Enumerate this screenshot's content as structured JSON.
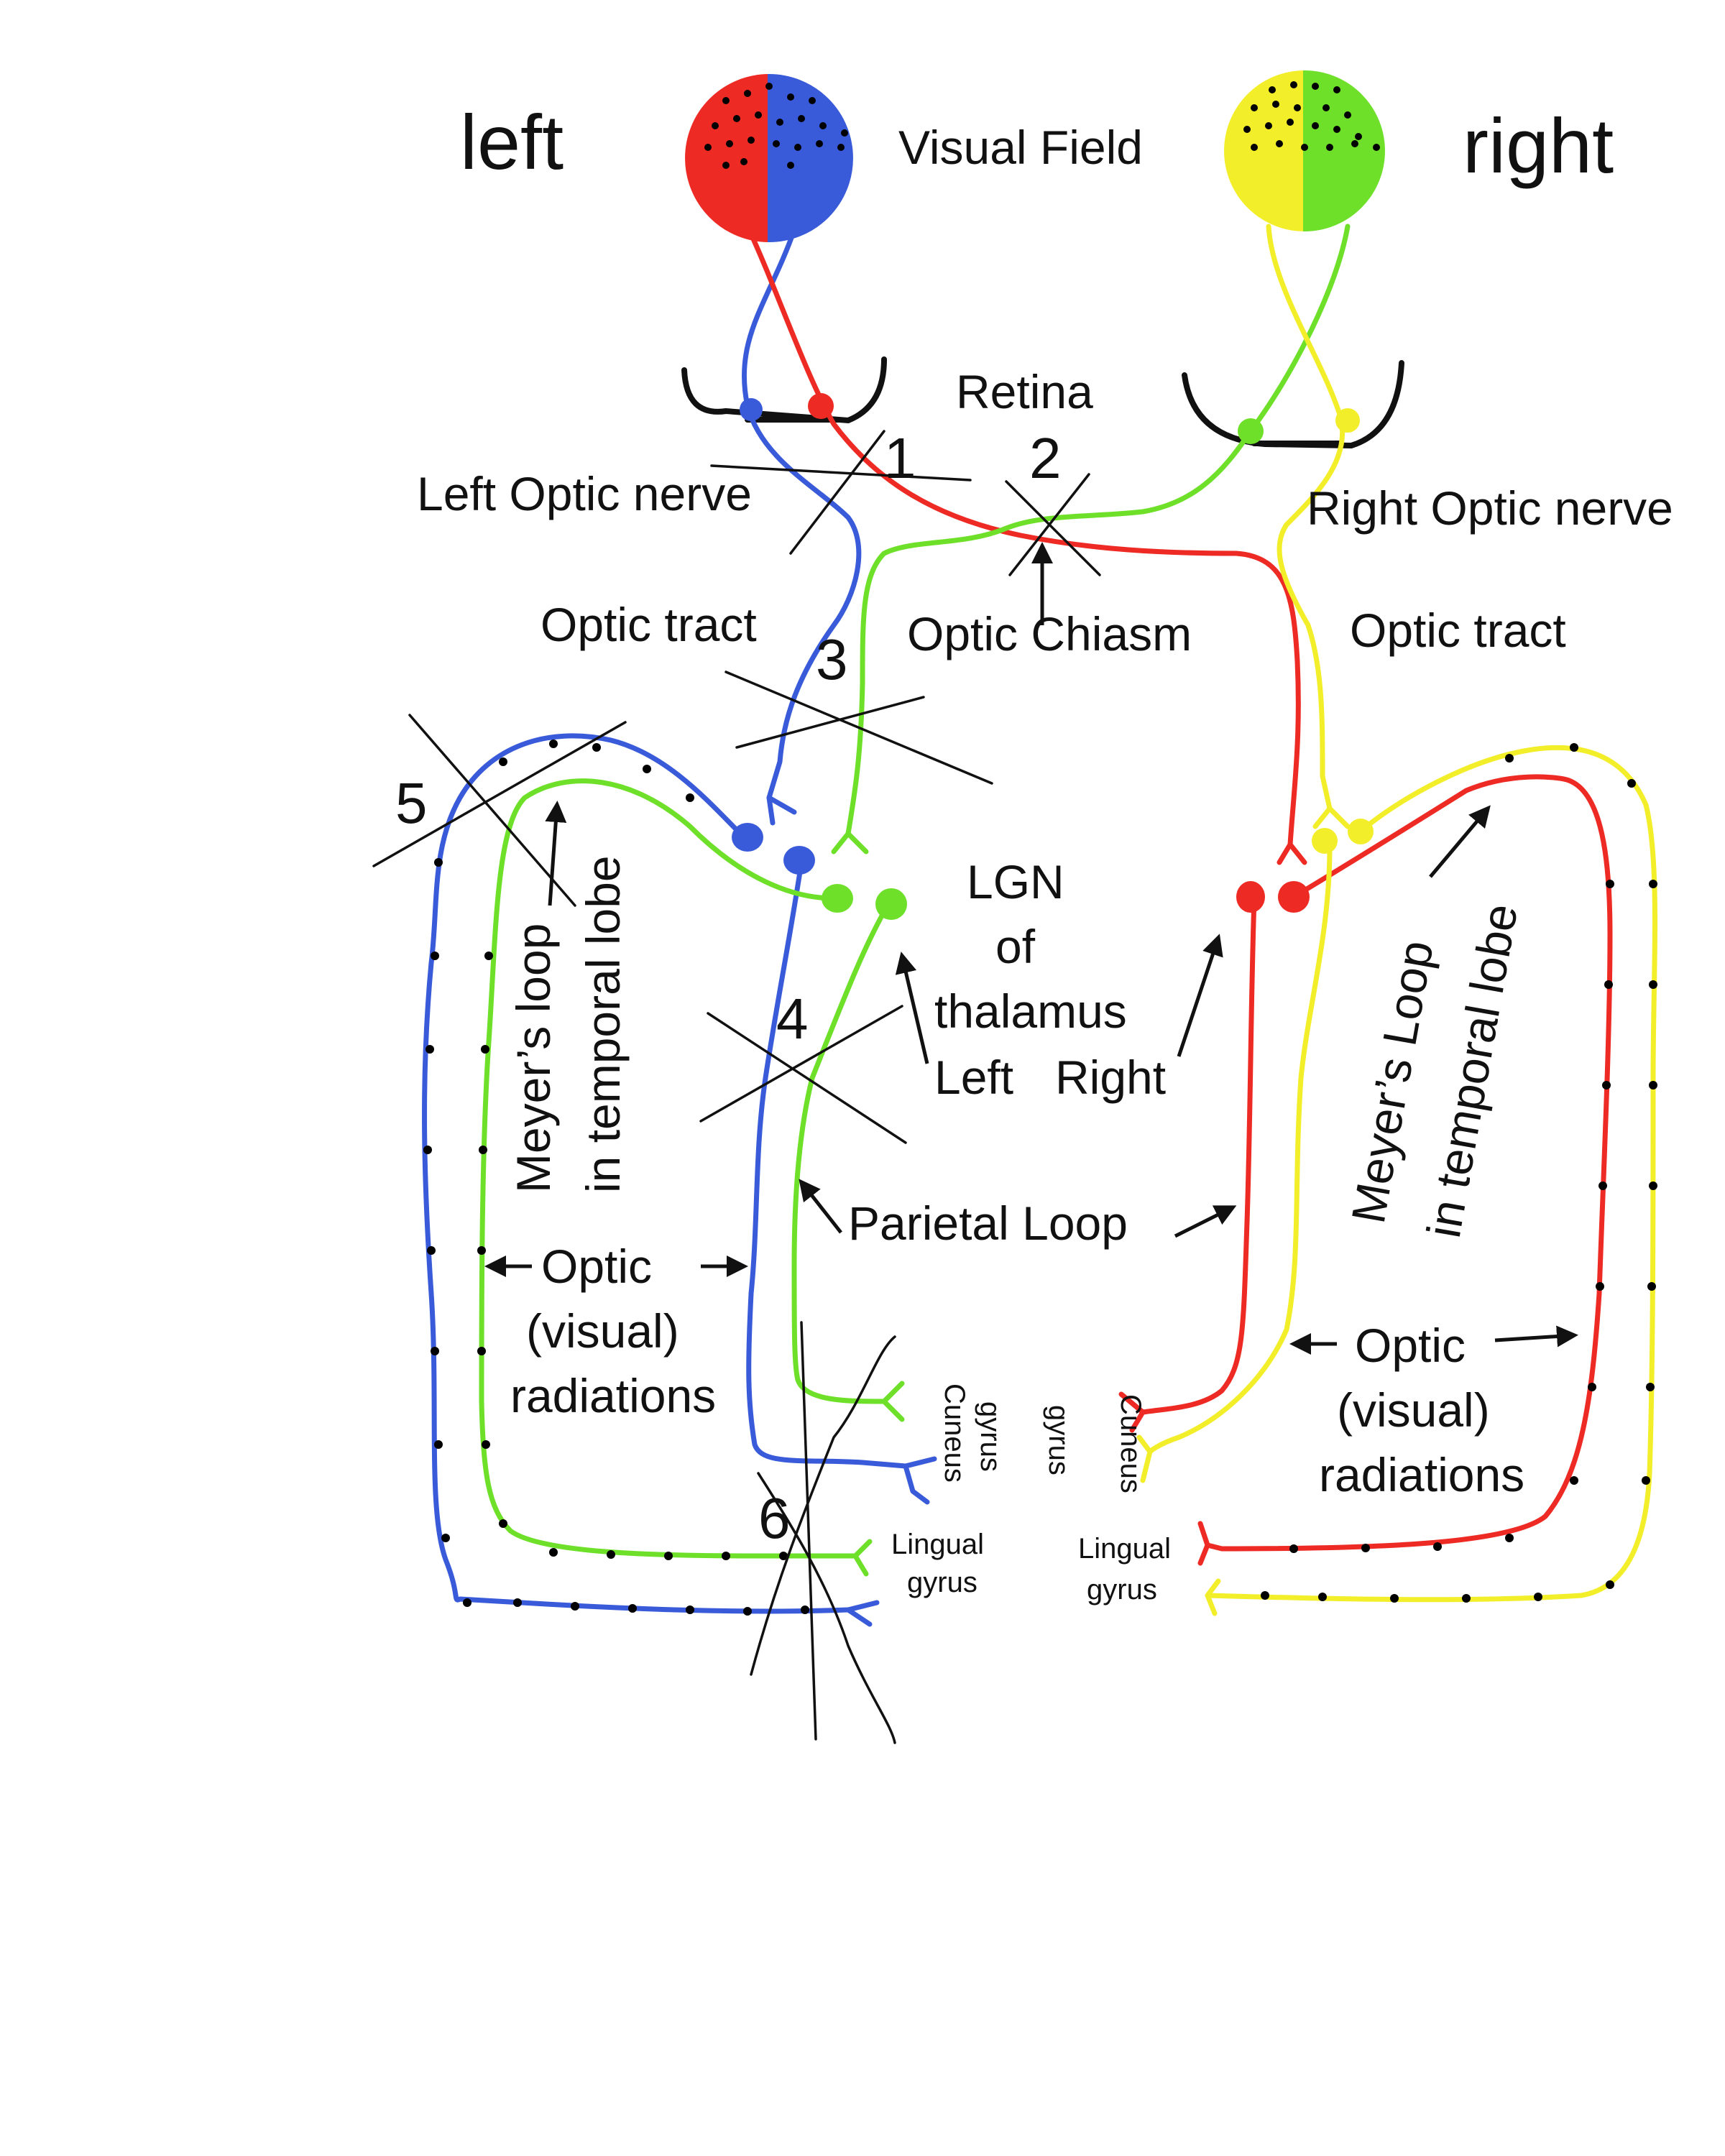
{
  "colors": {
    "left_temporal": "#ee2a24",
    "left_nasal": "#3a5bd9",
    "right_nasal": "#f3ee2a",
    "right_temporal": "#6fe02a",
    "lesion": "#111111",
    "text": "#111111"
  },
  "labels": {
    "side_left": "left",
    "side_right": "right",
    "visual_field": "Visual Field",
    "retina": "Retina",
    "left_optic_nerve": "Left Optic nerve",
    "right_optic_nerve": "Right Optic nerve",
    "optic_tract_left": "Optic tract",
    "optic_tract_right": "Optic tract",
    "optic_chiasm": "Optic Chiasm",
    "lgn_line1": "LGN",
    "lgn_line2": "of",
    "lgn_line3": "thalamus",
    "lgn_left": "Left",
    "lgn_right": "Right",
    "meyer_left_line1": "Meyer’s loop",
    "meyer_left_line2": "in temporal lobe",
    "meyer_right_line1": "Meyer’s Loop",
    "meyer_right_line2": "in temporal lobe",
    "parietal_loop": "Parietal Loop",
    "radiations_left_line1": "Optic",
    "radiations_left_line2": "(visual)",
    "radiations_left_line3": "radiations",
    "radiations_right_line1": "Optic",
    "radiations_right_line2": "(visual)",
    "radiations_right_line3": "radiations",
    "cuneus_left_line1": "Cuneus",
    "cuneus_left_line2": "gyrus",
    "cuneus_right_line1": "Cuneus",
    "cuneus_right_line2": "gyrus",
    "lingual_left_line1": "Lingual",
    "lingual_left_line2": "gyrus",
    "lingual_right_line1": "Lingual",
    "lingual_right_line2": "gyrus"
  },
  "lesions": [
    "1",
    "2",
    "3",
    "4",
    "5",
    "6"
  ]
}
